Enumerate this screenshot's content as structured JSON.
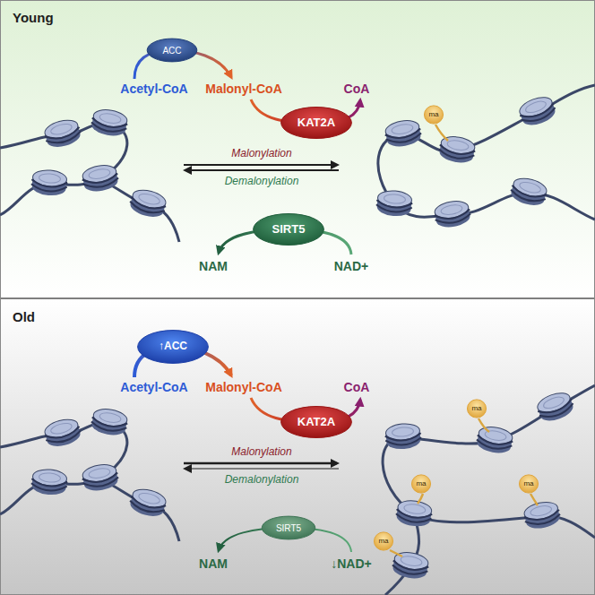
{
  "diagram": {
    "nodes": [
      {
        "text": [
          "Young"
        ]
      },
      {
        "text": [
          "ACC"
        ],
        "in": 0
      },
      {
        "text": [
          "KAT2A"
        ],
        "in": 0
      },
      {
        "text": [
          "ma"
        ],
        "in": 0
      },
      {
        "text": [
          "SIRT5"
        ],
        "in": 0
      },
      {
        "text": [
          "Old"
        ]
      },
      {
        "text": [
          "↑ACC"
        ],
        "in": 5
      },
      {
        "text": [
          "KAT2A"
        ],
        "in": 5
      },
      {
        "text": [
          "ma"
        ],
        "in": 5
      },
      {
        "text": [
          "ma"
        ],
        "in": 5
      },
      {
        "text": [
          "ma"
        ],
        "in": 5
      },
      {
        "text": [
          "ma"
        ],
        "in": 5
      },
      {
        "text": [
          "SIRT5"
        ],
        "in": 5
      }
    ],
    "labels": [
      "Acetyl-CoA",
      "Malonyl-CoA",
      "CoA",
      "Malonylation",
      "Demalonylation",
      "NAM",
      "NAD+",
      "Acetyl-CoA",
      "Malonyl-CoA",
      "CoA",
      "Malonylation",
      "Demalonylation",
      "NAM",
      "↓NAD+"
    ]
  }
}
